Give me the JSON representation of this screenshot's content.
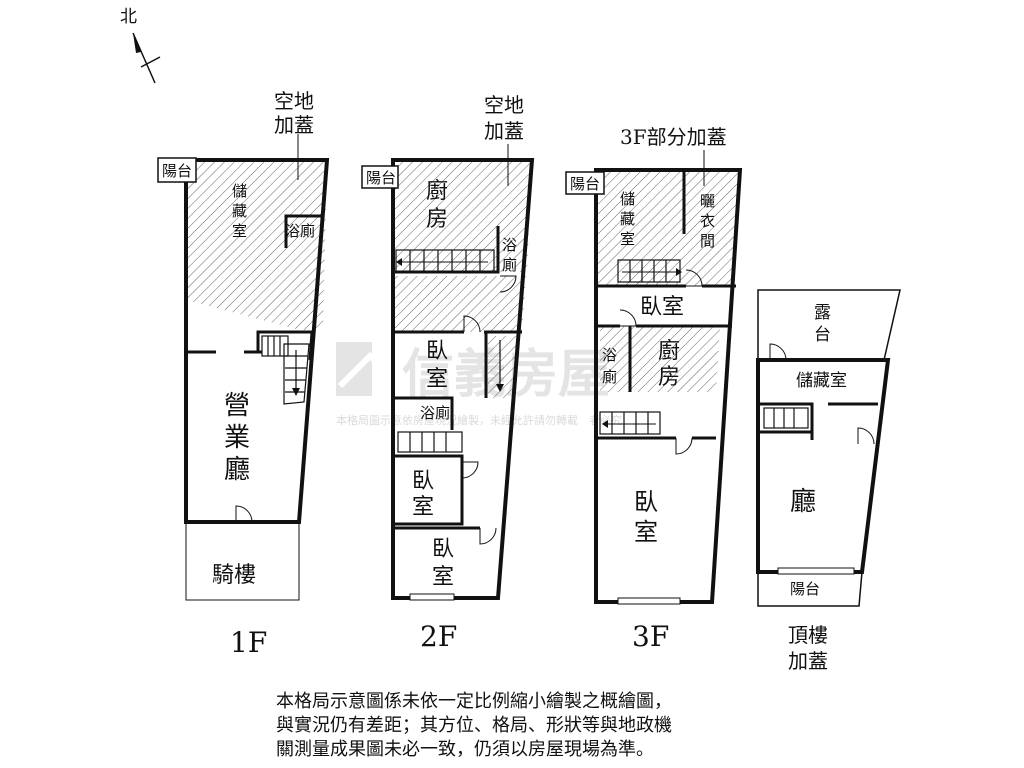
{
  "compass": {
    "label": "北"
  },
  "floors": [
    {
      "id": "1f",
      "label": "1F",
      "annex_note": [
        "空地",
        "加蓋"
      ],
      "rooms": {
        "balcony": "陽台",
        "storage": [
          "儲",
          "藏",
          "室"
        ],
        "bath": "浴廁",
        "hall": [
          "營",
          "業",
          "廳"
        ],
        "arcade": "騎樓"
      }
    },
    {
      "id": "2f",
      "label": "2F",
      "annex_note": [
        "空地",
        "加蓋"
      ],
      "rooms": {
        "balcony": "陽台",
        "kitchen": [
          "廚",
          "房"
        ],
        "bath_upper": [
          "浴",
          "廁"
        ],
        "bedroom_a": [
          "臥",
          "室"
        ],
        "bath_lower": "浴廁",
        "bedroom_b": [
          "臥",
          "室"
        ],
        "bedroom_c": [
          "臥",
          "室"
        ]
      }
    },
    {
      "id": "3f",
      "label": "3F",
      "annex_note": [
        "3F部分加蓋"
      ],
      "rooms": {
        "balcony": "陽台",
        "storage": [
          "儲",
          "藏",
          "室"
        ],
        "closet": [
          "曬",
          "衣",
          "間"
        ],
        "bedroom_top": "臥室",
        "bath": [
          "浴",
          "廁"
        ],
        "kitchen": [
          "廚",
          "房"
        ],
        "bedroom_main": [
          "臥",
          "室"
        ]
      }
    },
    {
      "id": "roof",
      "label": [
        "頂樓",
        "加蓋"
      ],
      "rooms": {
        "terrace": [
          "露",
          "台"
        ],
        "storage": "儲藏室",
        "hall": "廳",
        "balcony": "陽台"
      }
    }
  ],
  "watermark": {
    "brand": "信義房屋",
    "notice": "本格局圖示意依房屋現況繪製，未經允許請勿轉載　者必究"
  },
  "disclaimer": [
    "本格局示意圖係未依一定比例縮小繪製之概繪圖，",
    "與實況仍有差距；其方位、格局、形狀等與地政機",
    "關測量成果圖未必一致，仍須以房屋現場為準。"
  ],
  "colors": {
    "ink": "#111111",
    "watermark": "#d6d6d6",
    "hatch": "#555555"
  }
}
